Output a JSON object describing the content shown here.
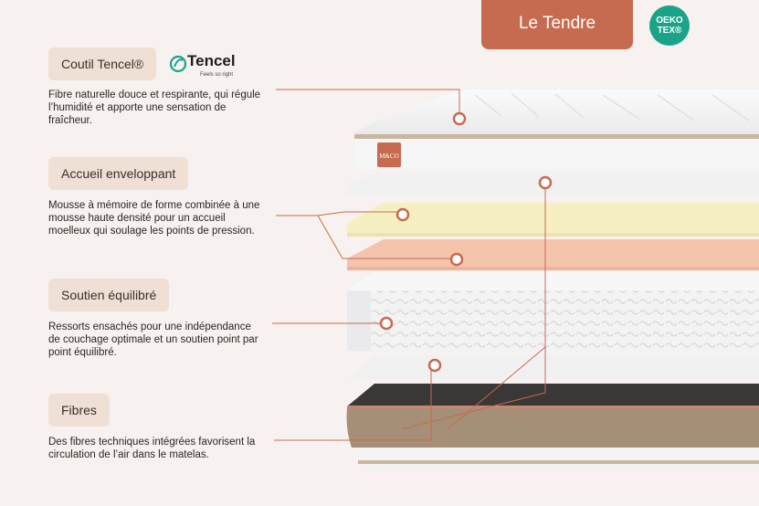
{
  "header": {
    "title": "Le Tendre",
    "badge_line1": "OEKO",
    "badge_line2": "TEX®"
  },
  "brand": {
    "tencel_word": "Tencel",
    "tencel_tagline": "Feels so right",
    "mattress_label": "M&CO"
  },
  "features": [
    {
      "label": "Coutil Tencel®",
      "description": "Fibre naturelle douce et respirante, qui régule l’humidité et apporte une sensation de fraîcheur."
    },
    {
      "label": "Accueil enveloppant",
      "description": "Mousse à mémoire de forme combinée à une mousse haute densité pour un accueil moelleux qui soulage les points de pression."
    },
    {
      "label": "Soutien équilibré",
      "description": "Ressorts ensachés pour une indépendance de couchage optimale et un soutien point par point équilibré."
    },
    {
      "label": "Fibres",
      "description": "Des fibres techniques intégrées favorisent la circulation de l’air dans le matelas."
    }
  ],
  "colors": {
    "accent": "#c76b50",
    "pill_bg": "#f0dfd5",
    "oeko_green": "#1ba389",
    "memory_foam": "#f6efc2",
    "hd_foam": "#f4c4ad",
    "base_fabric": "#a58f76",
    "base_top": "#3a3737"
  }
}
